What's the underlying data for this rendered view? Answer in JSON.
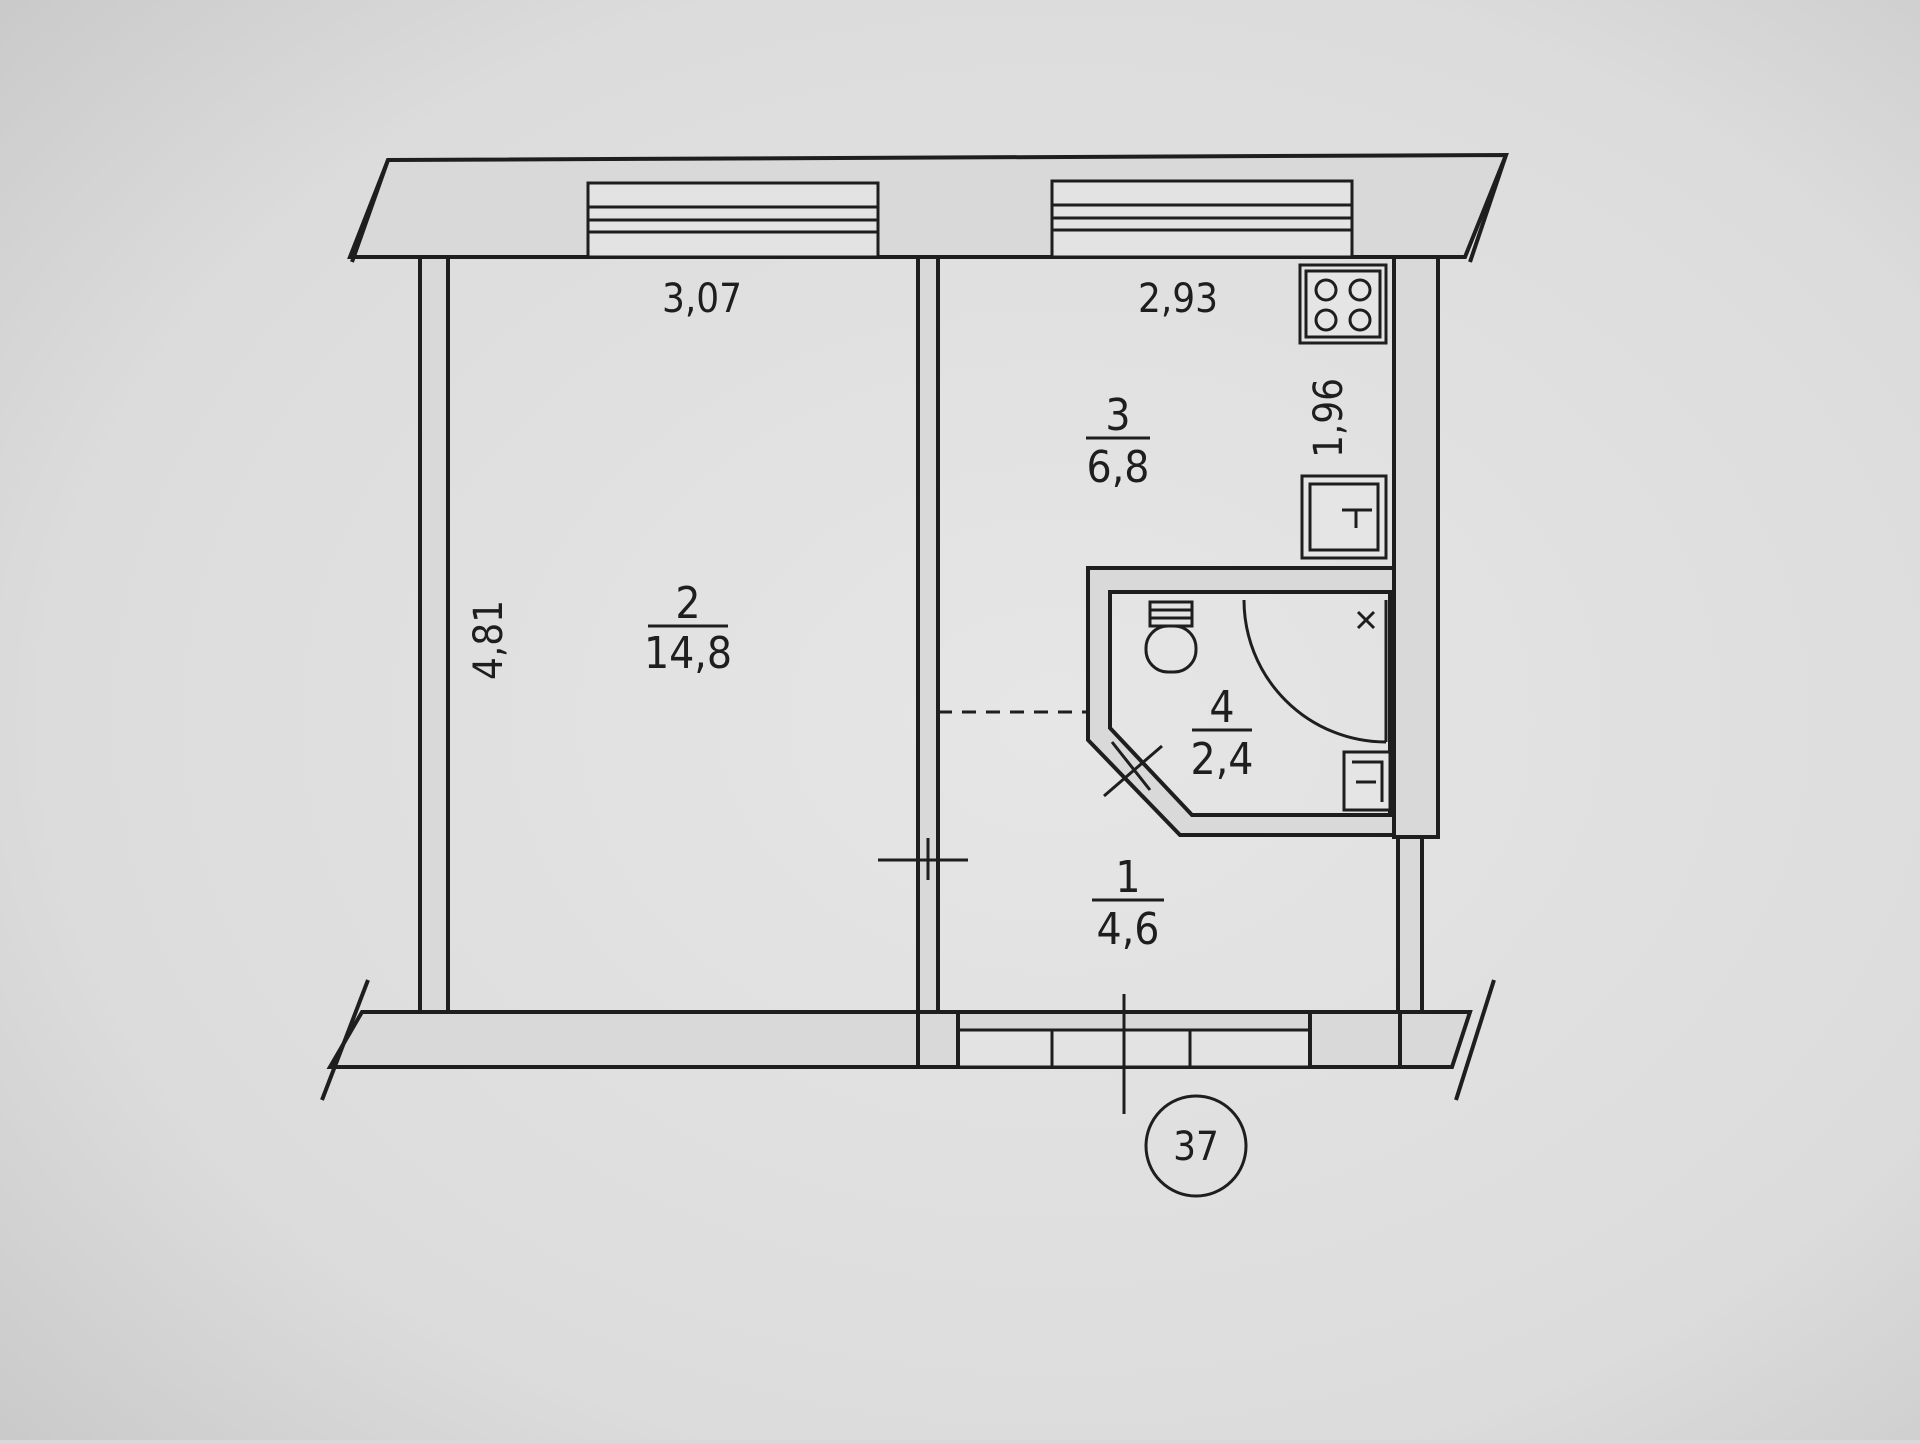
{
  "colors": {
    "paper": "#e0e0e0",
    "ink": "#1e1e1e",
    "wall_fill": "#d6d6d6"
  },
  "dimensions": {
    "room2_width": "3,07",
    "room3_width": "2,93",
    "room2_depth": "4,81",
    "kitchen_depth": "1,96"
  },
  "rooms": [
    {
      "number": "2",
      "area": "14,8"
    },
    {
      "number": "3",
      "area": "6,8"
    },
    {
      "number": "4",
      "area": "2,4"
    },
    {
      "number": "1",
      "area": "4,6"
    }
  ],
  "apartment_number": "37",
  "fixtures": {
    "stove": "stove-icon",
    "kitchen_sink": "sink-icon",
    "toilet": "toilet-icon",
    "shower": "shower-icon",
    "washbasin": "washbasin-icon"
  }
}
